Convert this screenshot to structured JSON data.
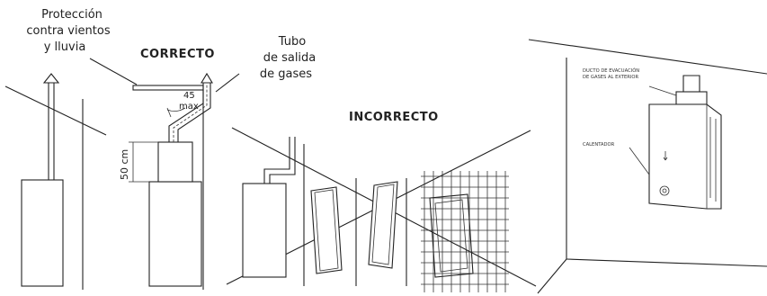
{
  "labels": {
    "proteccion": [
      "Protección",
      "contra vientos",
      "y lluvia"
    ],
    "correcto": "CORRECTO",
    "tubo": [
      "Tubo",
      "de salida",
      "de gases"
    ],
    "incorrecto": "INCORRECTO",
    "angulo": "45",
    "angulo_unidad": "max",
    "altura": "50 cm",
    "ducto": [
      "DUCTO DE EVACUACIÓN",
      "DE GASES AL EXTERIOR"
    ],
    "calentador": "CALENTADOR"
  },
  "colors": {
    "line": "#222222",
    "background": "#ffffff"
  }
}
